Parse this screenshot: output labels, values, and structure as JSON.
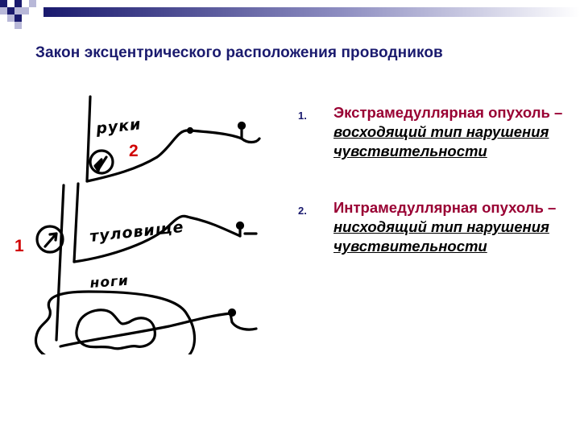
{
  "title": "Закон эксцентрического расположения проводников",
  "markers": {
    "m1": "1",
    "m2": "2"
  },
  "diagram_labels": {
    "arms": "руки",
    "trunk": "туловище",
    "legs": "ноги"
  },
  "list": [
    {
      "number": "1.",
      "head": "Экстрамедуллярная опухоль – ",
      "emphasis": "восходящий тип нарушения чувствительности"
    },
    {
      "number": "2.",
      "head": "Интрамедуллярная опухоль – ",
      "emphasis": "нисходящий тип нарушения чувствительности"
    }
  ],
  "colors": {
    "title": "#1a1a6e",
    "accent_red": "#990033",
    "marker_red": "#d10000",
    "deco_navy": "#1a1a6e"
  }
}
